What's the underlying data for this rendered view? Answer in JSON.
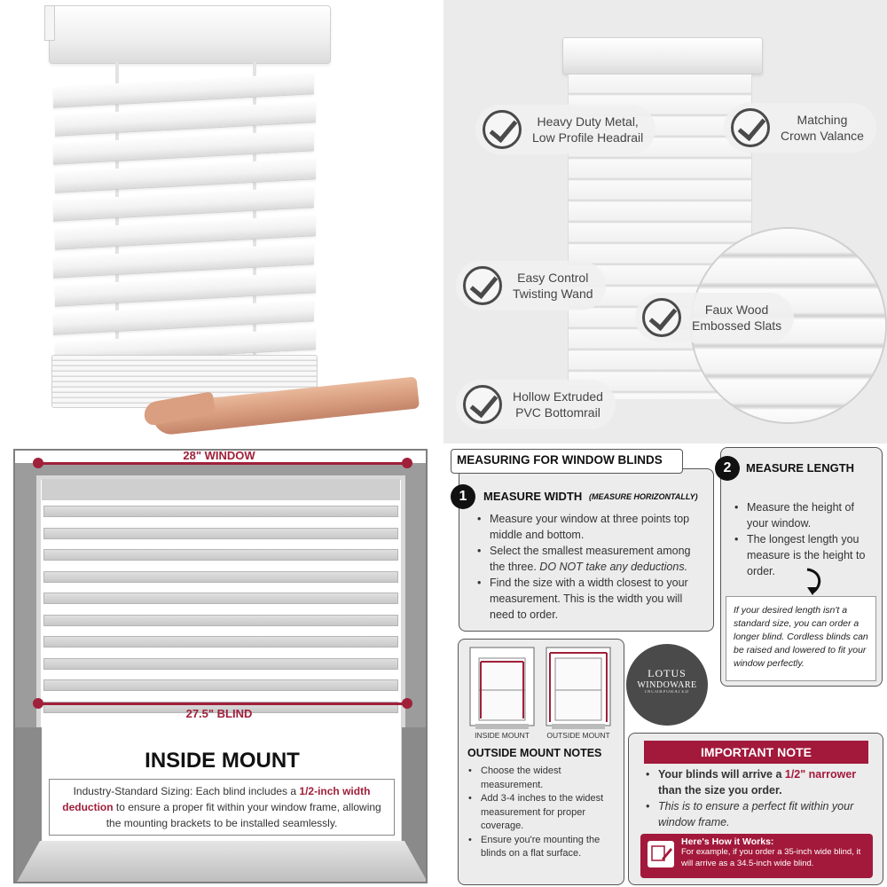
{
  "features": [
    {
      "id": "headrail",
      "line1": "Heavy Duty Metal,",
      "line2": "Low Profile Headrail"
    },
    {
      "id": "valance",
      "line1": "Matching",
      "line2": "Crown Valance"
    },
    {
      "id": "wand",
      "line1": "Easy Control",
      "line2": "Twisting Wand"
    },
    {
      "id": "slats",
      "line1": "Faux Wood",
      "line2": "Embossed Slats"
    },
    {
      "id": "bottomrail",
      "line1": "Hollow Extruded",
      "line2": "PVC Bottomrail"
    }
  ],
  "inside_mount": {
    "window_label": "28\" WINDOW",
    "blind_label": "27.5\" BLIND",
    "title": "INSIDE MOUNT",
    "desc_pre": "Industry-Standard Sizing: Each blind includes a ",
    "desc_bold": "1/2-inch width deduction",
    "desc_post": " to ensure a proper fit within your window frame, allowing the mounting brackets to be installed seamlessly."
  },
  "measuring": {
    "title": "MEASURING FOR WINDOW BLINDS",
    "width": {
      "number": "1",
      "title": "MEASURE WIDTH",
      "subtitle": "(MEASURE HORIZONTALLY)",
      "b1": "Measure your window at three points top middle and bottom.",
      "b2_pre": "Select the smallest measurement among the three. ",
      "b2_italic": "DO NOT take any deductions.",
      "b3": "Find the size with a width closest to your measurement. This is the width you will need to order."
    },
    "length": {
      "number": "2",
      "title": "MEASURE LENGTH",
      "b1": "Measure the height of your window.",
      "b2": "The longest length you measure is the height to order.",
      "note": "If your desired length isn't a standard size, you can order a longer blind. Cordless blinds can be raised and lowered to fit your window perfectly."
    },
    "mount_labels": {
      "inside": "INSIDE MOUNT",
      "outside": "OUTSIDE MOUNT"
    },
    "logo": {
      "line1": "LOTUS",
      "line2": "WINDOWARE",
      "line3": "INCORPORATED"
    },
    "outside_notes": {
      "title": "OUTSIDE MOUNT NOTES",
      "b1": "Choose the widest measurement.",
      "b2": "Add 3-4 inches to the widest measurement for proper coverage.",
      "b3": "Ensure you're mounting the blinds on a flat surface."
    },
    "important": {
      "title": "IMPORTANT NOTE",
      "b1_pre": "Your blinds will arrive a ",
      "b1_accent": "1/2\" narrower",
      "b1_post": " than the size you order.",
      "b2": "This is to ensure a perfect fit within your window frame.",
      "how_title": "Here's How it Works:",
      "how_text": "For example, if you order a 35-inch wide blind, it will arrive as a 34.5-inch wide blind."
    }
  },
  "colors": {
    "accent": "#a3193b",
    "dim_line": "#a0203a",
    "check": "#4a4a4a",
    "panel_gray": "#ececec"
  }
}
